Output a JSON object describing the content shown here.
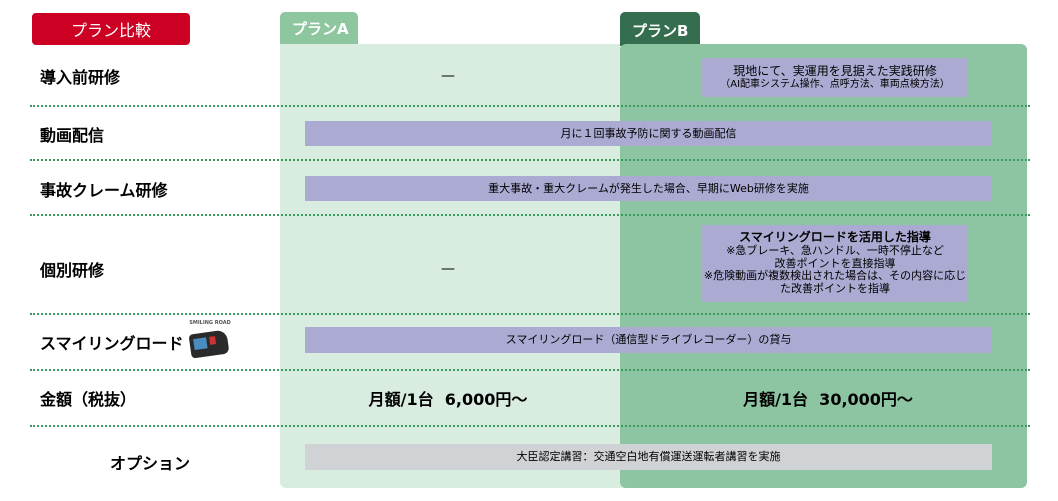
{
  "header": {
    "title": "プラン比較",
    "plan_a": "プランA",
    "plan_b": "プランB"
  },
  "rows": {
    "intro": {
      "label": "導入前研修",
      "a": "—",
      "b_line1": "現地にて、実運用を見据えた実践研修",
      "b_line2": "（AI配車システム操作、点呼方法、車両点検方法）"
    },
    "video": {
      "label": "動画配信",
      "shared": "月に１回事故予防に関する動画配信"
    },
    "claim": {
      "label": "事故クレーム研修",
      "shared": "重大事故・重大クレームが発生した場合、早期にWeb研修を実施"
    },
    "individual": {
      "label": "個別研修",
      "a": "—",
      "b_title": "スマイリングロードを活用した指導",
      "b_line1": "※急ブレーキ、急ハンドル、一時不停止など",
      "b_line2": "改善ポイントを直接指導",
      "b_line3": "※危険動画が複数検出された場合は、その内容に応じ",
      "b_line4": "た改善ポイントを指導"
    },
    "smiling": {
      "label": "スマイリングロード",
      "logo_text": "SMILING ROAD",
      "shared": "スマイリングロード（通信型ドライブレコーダー）の貸与"
    },
    "price": {
      "label": "金額（税抜）",
      "a": "月額/1台  6,000円～",
      "b": "月額/1台  30,000円～"
    },
    "option": {
      "label": "オプション",
      "shared": "大臣認定講習：交通空白地有償運送運転者講習を実施"
    }
  }
}
